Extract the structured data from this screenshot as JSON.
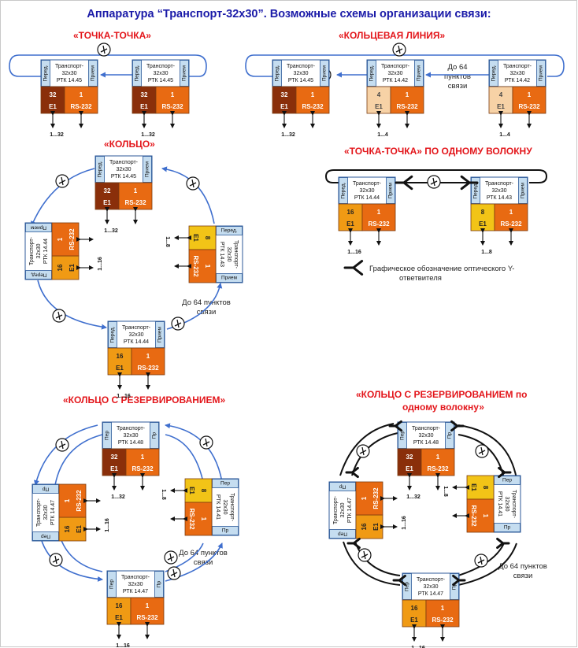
{
  "title": "Аппаратура “Транспорт-32x30”. Возможные схемы организации связи:",
  "sections": {
    "p2p": "«ТОЧКА-ТОЧКА»",
    "ring_line": "«КОЛЬЦЕВАЯ ЛИНИЯ»",
    "ring": "«КОЛЬЦО»",
    "p2p_fiber": "«ТОЧКА-ТОЧКА» ПО ОДНОМУ ВОЛОКНУ",
    "ring_reserve": "«КОЛЬЦО С РЕЗЕРВИРОВАНИЕМ»",
    "ring_reserve_fiber_1": "«КОЛЬЦО С РЕЗЕРВИРОВАНИЕМ по",
    "ring_reserve_fiber_2": "одному волокну»"
  },
  "labels": {
    "tx": "Перед.",
    "rx": "Прием",
    "pr": "Пр",
    "per": "Пер",
    "transport": "Транспорт-",
    "model": "32x30",
    "e1": "E1",
    "rs232": "RS-232",
    "one": "1",
    "up_to_64": "До 64",
    "points": "пунктов",
    "link": "связи",
    "up_to_64_points": "До 64 пунктов",
    "legend_line1": "Графическое обозначение оптического Y-",
    "legend_line2": "ответвителя"
  },
  "devices": {
    "rtk1445": "РТК 14.45",
    "rtk1442": "РТК 14.42",
    "rtk1444": "РТК 14.44",
    "rtk1443": "РТК 14.43",
    "rtk1448": "РТК 14.48",
    "rtk1447": "РТК 14.47",
    "rtk1441": "РТК 14.41"
  },
  "channels": {
    "c32": "32",
    "c16": "16",
    "c8": "8",
    "c4": "4",
    "r32": "1...32",
    "r16": "1...16",
    "r8": "1...8",
    "r4": "1...4"
  },
  "colors": {
    "title": "#1a1aa8",
    "section": "#e3161b",
    "line": "#3f6fce",
    "rs232": "#e86a12",
    "e1_32": "#8a2f0a",
    "e1_16": "#f09a14",
    "e1_8": "#f2c417",
    "e1_4": "#f7d2a6",
    "port": "#c5ddf0"
  }
}
